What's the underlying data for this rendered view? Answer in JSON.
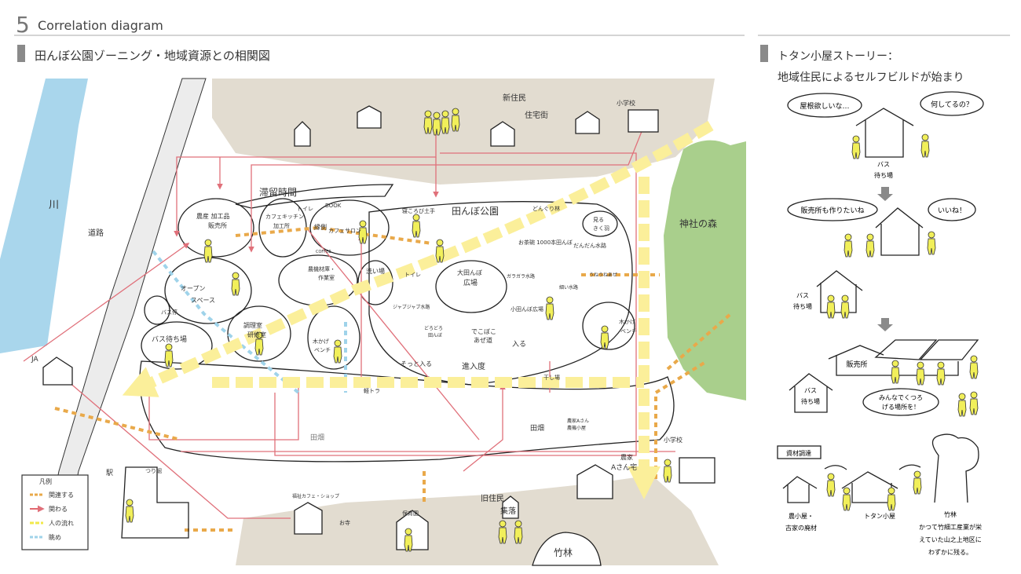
{
  "header": {
    "number": "5",
    "title": "Correlation diagram"
  },
  "left": {
    "subtitle": "田んぼ公園ゾーニング・地域資源との相関図",
    "map_labels": {
      "river": "川",
      "road": "道路",
      "new_residents": "新住民",
      "residential": "住宅街",
      "school_top": "小学校",
      "stay_time": "滞留時間",
      "rice_park": "田んぼ公園",
      "shrine_forest": "神社の森",
      "farm_shop_1": "農産 加工品",
      "farm_shop_2": "販売所",
      "cafe_kitchen_1": "カフェキッチン",
      "cafe_kitchen_2": "加工所",
      "toilet": "トイレ",
      "book": "BOOK",
      "engawa_1": "縁側",
      "engawa_2": "カフェサロン",
      "coffee": "COFFEE",
      "bank": "寝ころび土手",
      "acorn": "どんぐり林",
      "see_listen_1": "見る",
      "see_listen_2": "きく羽",
      "teacup": "お茶碗 1000本田んぼ",
      "terrace_channel": "だんだん水路",
      "open_space_1": "オープン",
      "open_space_2": "スペース",
      "machine_room_1": "農機材庫・",
      "machine_room_2": "作業室",
      "wash": "洗い場",
      "toilet2": "トイレ",
      "big_paddy_1": "大田んぼ",
      "big_paddy_2": "広場",
      "gara_channel": "ガラガラ水路",
      "thin_channel": "細い水路",
      "wavy_path": "うねうねあぜ",
      "bus_stop": "バス停",
      "bus_wait": "バス待ち場",
      "cooking_1": "調理室",
      "cooking_2": "研修室",
      "shade_bench_1": "木かげ",
      "shade_bench_2": "ベンチ",
      "jabu_channel": "ジャブジャブ水路",
      "muddy_paddy_1": "どろどろ",
      "muddy_paddy_2": "田んぼ",
      "small_paddy": "小田んぼ広場",
      "bumpy_1": "でこぼこ",
      "bumpy_2": "あぜ道",
      "enter": "入る",
      "gently_enter": "そっと入る",
      "entry_level": "進入度",
      "drying": "干し場",
      "shade_bench_r_1": "木かげ",
      "shade_bench_r_2": "ベンチ",
      "ja": "JA",
      "truck": "軽トラ",
      "field_1": "田畑",
      "field_2": "田畑",
      "farmer_shed_1": "農家Aさん",
      "farmer_shed_2": "農機小屋",
      "station": "駅",
      "fishing": "つり堀",
      "school_bottom": "小学校",
      "farmer_house_1": "農家",
      "farmer_house_2": "Aさん宅",
      "welfare_cafe": "福祉カフェ・ショップ",
      "temple": "お寺",
      "nursery": "保育園",
      "old_residents_1": "旧住民",
      "old_residents_2": "集落",
      "bamboo": "竹林"
    },
    "legend": {
      "title": "凡例",
      "items": [
        {
          "label": "関連する",
          "color": "#e9a94a"
        },
        {
          "label": "関わる",
          "color": "#d9363e"
        },
        {
          "label": "人の流れ",
          "color": "#f1e94a"
        },
        {
          "label": "眺め",
          "color": "#9fd3ea"
        }
      ]
    }
  },
  "right": {
    "title_1": "トタン小屋ストーリー：",
    "title_2": "地域住民によるセルフビルドが始まり",
    "bubble_roof": "屋根欲しいな…",
    "bubble_what": "何してるの？",
    "bus_1": "バス",
    "wait_1": "待ち場",
    "bubble_shop": "販売所も作りたいね",
    "bubble_nice": "いいね！",
    "bus_2": "バス",
    "wait_2": "待ち場",
    "shop": "販売所",
    "bus_3": "バス",
    "wait_3": "待ち場",
    "bubble_relax_1": "みんなでくつろ",
    "bubble_relax_2": "げる場所を！",
    "materials": "資材調達",
    "barn_1": "農小屋・",
    "barn_2": "古家の廃材",
    "tin_hut": "トタン小屋",
    "bamboo": "竹林",
    "bamboo_desc_1": "かつて竹細工産業が栄",
    "bamboo_desc_2": "えていた山之上地区に",
    "bamboo_desc_3": "わずかに残る。"
  },
  "colors": {
    "accent_grey": "#8a8a8a",
    "river": "#a9d6ec",
    "land": "#e2dcd0",
    "forest": "#a9cf8c"
  }
}
